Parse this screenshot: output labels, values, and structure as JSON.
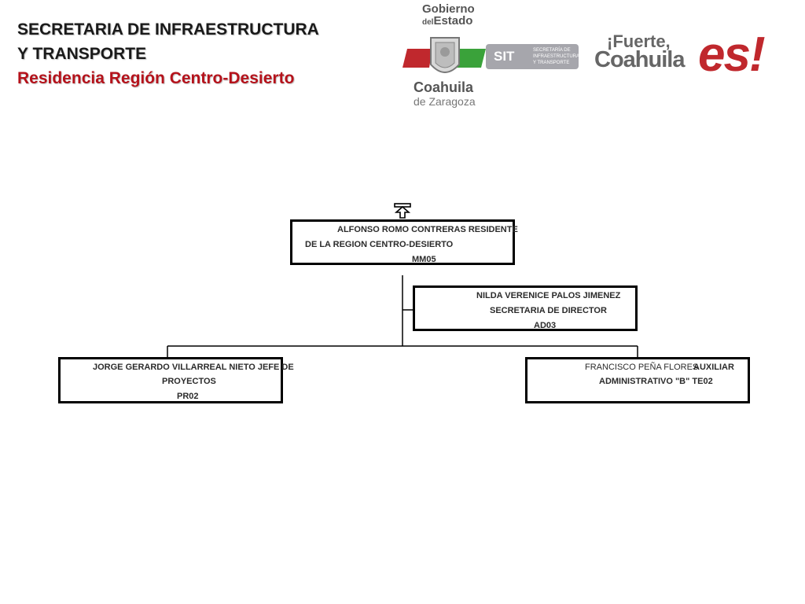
{
  "header": {
    "title_line1": "SECRETARIA DE INFRAESTRUCTURA",
    "title_line2": "Y TRANSPORTE",
    "subtitle": "Residencia Región Centro-Desierto"
  },
  "logos": {
    "gobierno": "Gobierno",
    "del": "del",
    "estado": "Estado",
    "coahuila": "Coahuila",
    "de_zaragoza": "de Zaragoza",
    "sit": "SIT",
    "sit_desc": "SECRETARÍA DE INFRAESTRUCTURA Y TRANSPORTE",
    "fuerte": "¡Fuerte,",
    "fuerte_coahuila": "Coahuila",
    "es": "es!"
  },
  "org": {
    "residente": {
      "line1": "ALFONSO ROMO CONTRERAS  RESIDENTE",
      "line2": "DE LA REGION CENTRO-DESIERTO",
      "code": "MM05"
    },
    "secretaria": {
      "name": "NILDA VERENICE PALOS JIMENEZ",
      "role": "SECRETARIA DE DIRECTOR",
      "code": "AD03"
    },
    "jefe": {
      "line1": "JORGE GERARDO VILLARREAL NIETO  JEFE DE",
      "line2": "PROYECTOS",
      "code": "PR02"
    },
    "auxiliar": {
      "name": "FRANCISCO PEÑA FLORES",
      "role_a": "AUXILIAR",
      "role_b": "ADMINISTRATIVO \"B\"  TE02"
    }
  },
  "colors": {
    "title_dark": "#1a1a1a",
    "title_red": "#b5121b",
    "logo_red": "#c0282d",
    "logo_green": "#3aa23a",
    "logo_gray": "#a6a6ac"
  },
  "icons": {
    "up_arrow": "up-arrow-icon",
    "coat_of_arms": "coat-of-arms-icon"
  }
}
